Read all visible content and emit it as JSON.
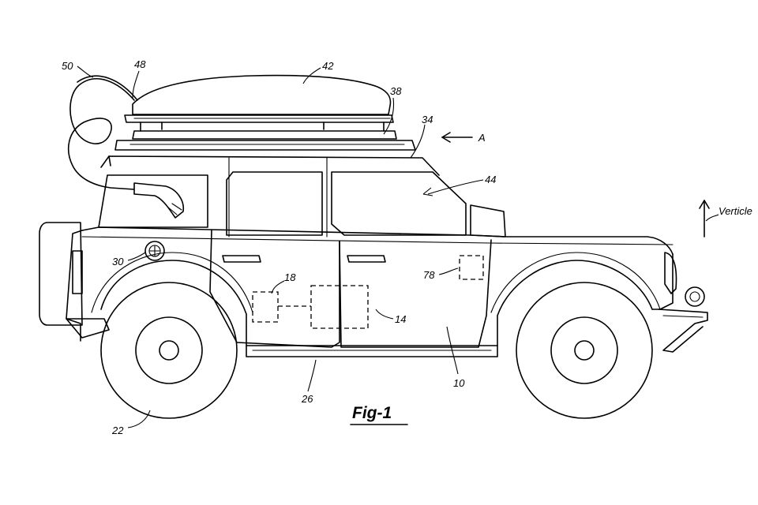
{
  "figure": {
    "caption": "Fig-1",
    "direction_label": "Verticle",
    "view_arrow_label": "A"
  },
  "callouts": {
    "c50": "50",
    "c48": "48",
    "c42": "42",
    "c38": "38",
    "c34": "34",
    "c44": "44",
    "c30": "30",
    "c18": "18",
    "c14": "14",
    "c78": "78",
    "c10": "10",
    "c26": "26",
    "c22": "22"
  }
}
